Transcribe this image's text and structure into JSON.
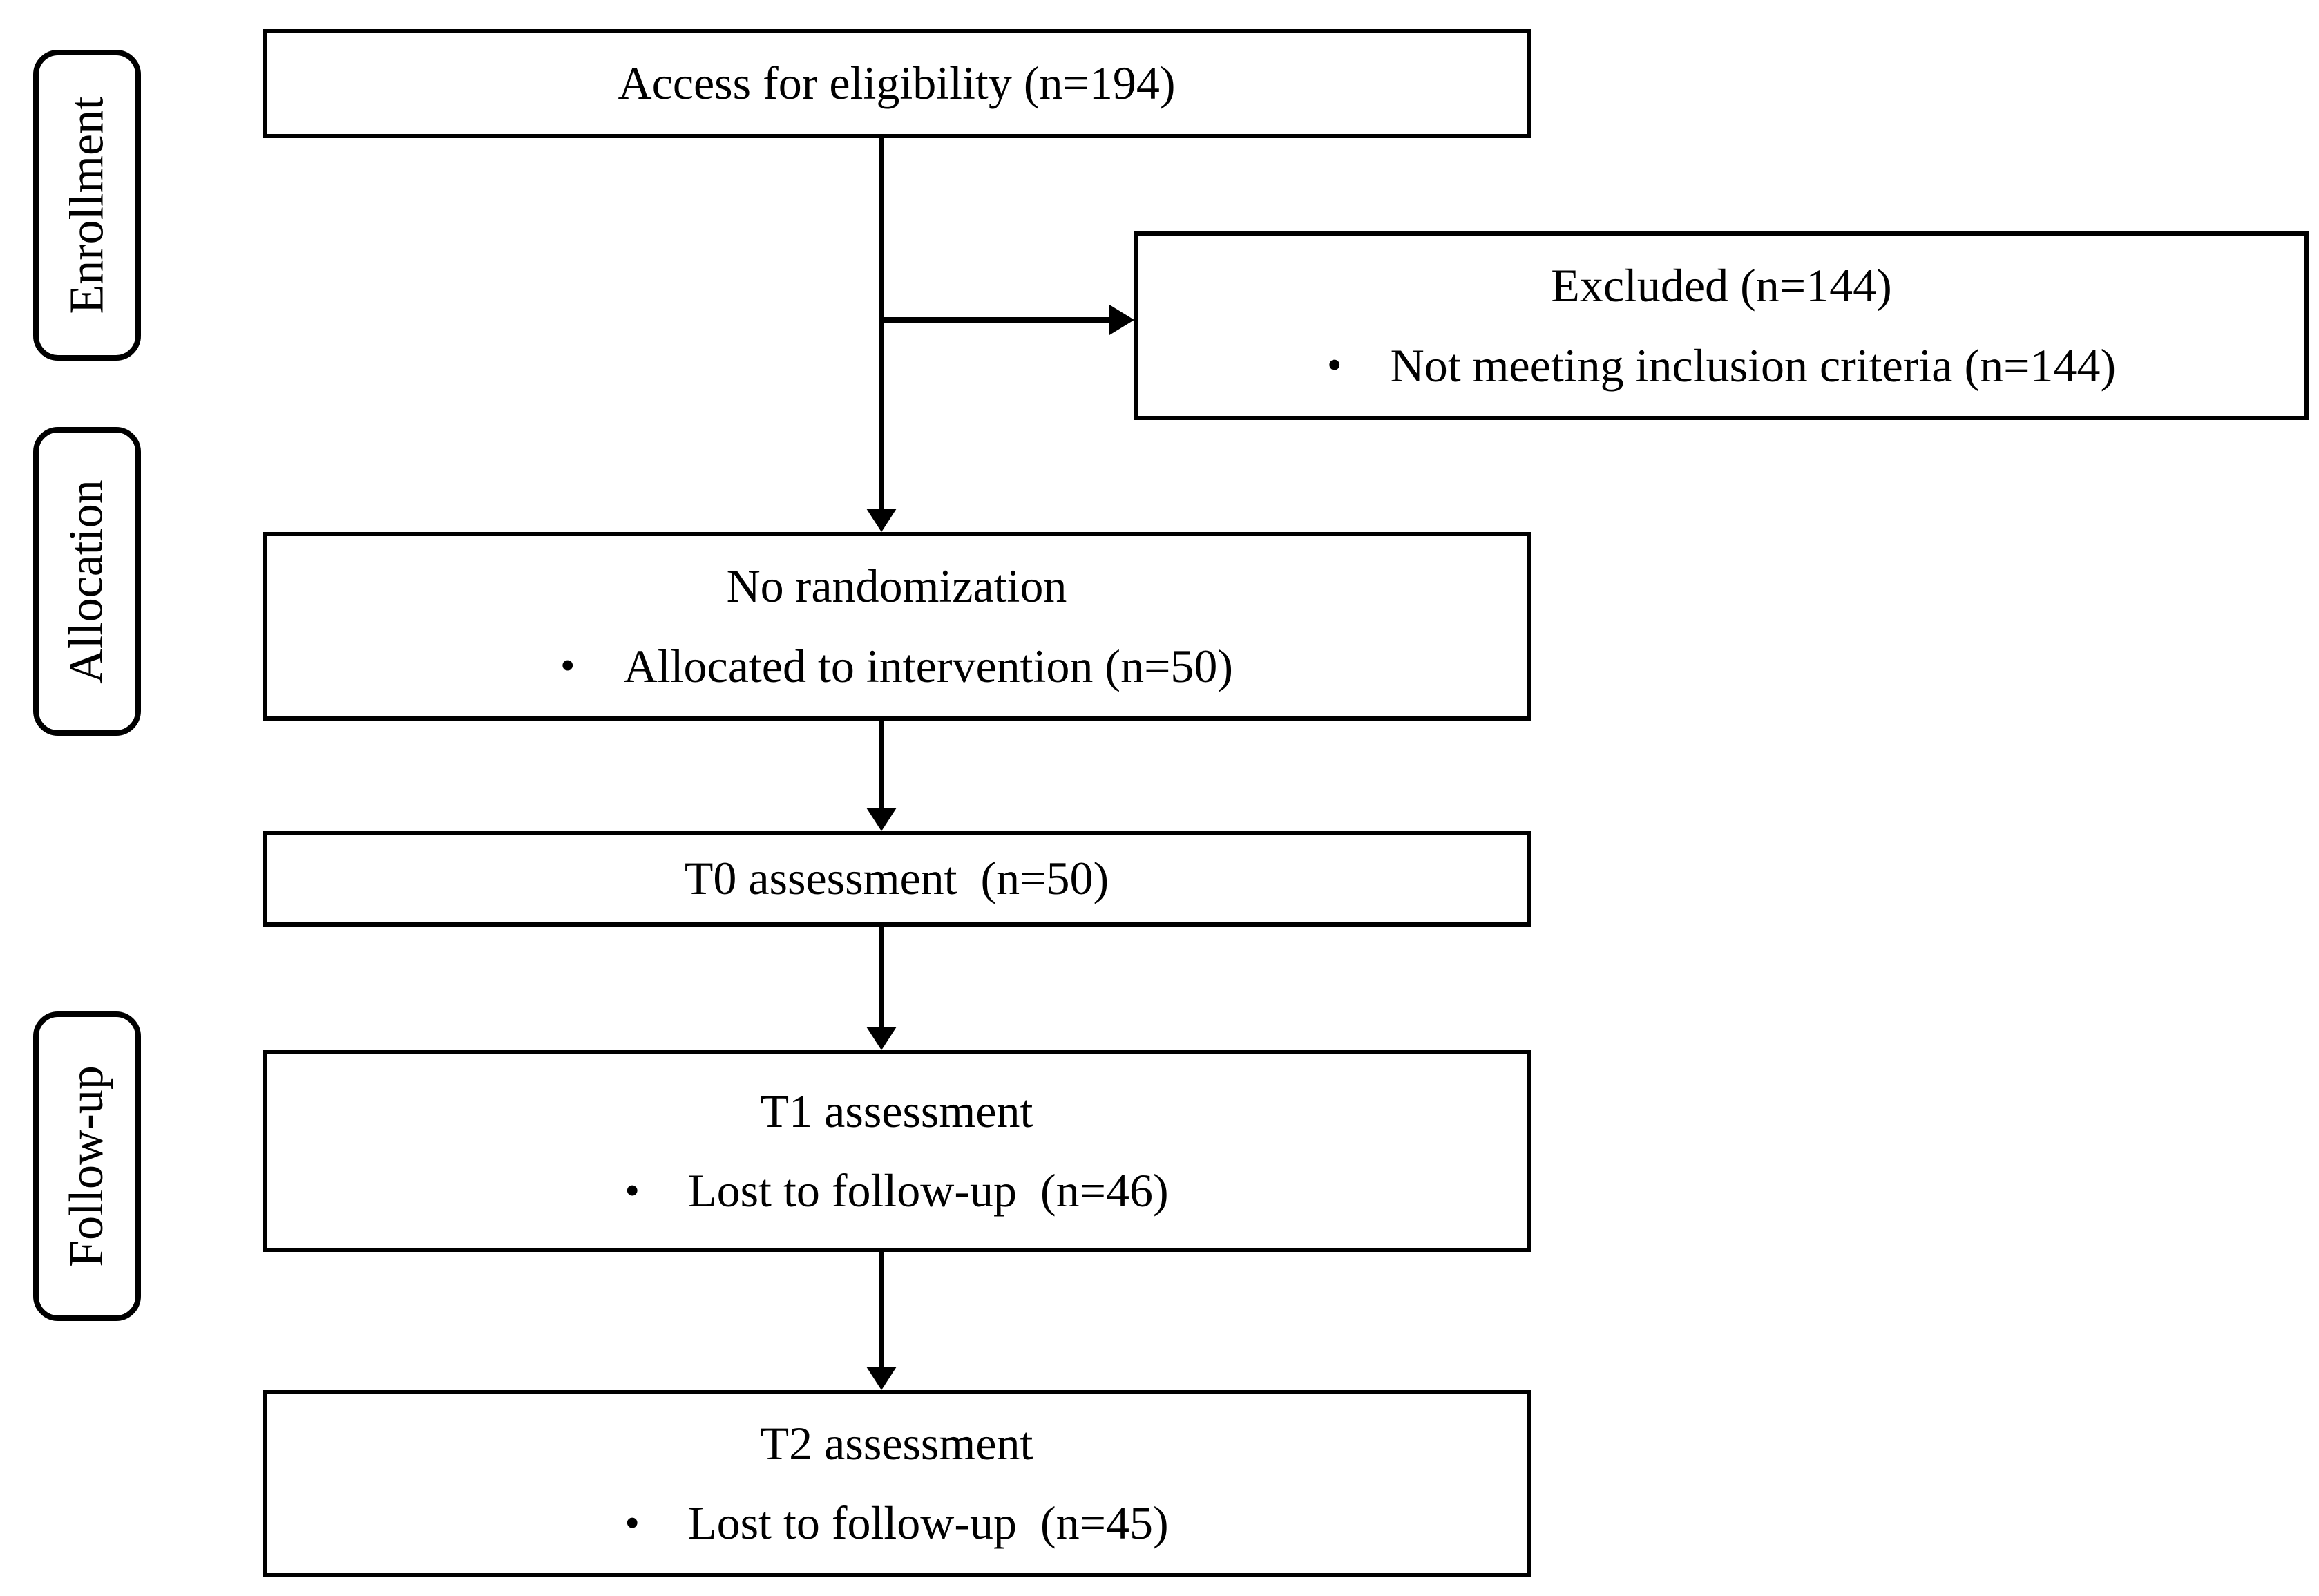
{
  "colors": {
    "ink": "#000000",
    "background": "#ffffff"
  },
  "stages": [
    {
      "id": "enrollment",
      "label": "Enrollment"
    },
    {
      "id": "allocation",
      "label": "Allocation"
    },
    {
      "id": "followup",
      "label": "Follow-up"
    }
  ],
  "flow": {
    "eligibility": {
      "title": "Access for eligibility (n=194)"
    },
    "excluded": {
      "title": "Excluded (n=144)",
      "bullet": "•",
      "item": "Not meeting inclusion criteria (n=144)"
    },
    "no_randomization": {
      "title": "No randomization",
      "bullet": "•",
      "item": "Allocated to intervention (n=50)"
    },
    "t0": {
      "title": "T0 assessment  (n=50)"
    },
    "t1": {
      "title": "T1 assessment",
      "bullet": "•",
      "item": "Lost to follow-up  (n=46)"
    },
    "t2": {
      "title": "T2 assessment",
      "bullet": "•",
      "item": "Lost to follow-up  (n=45)"
    }
  }
}
